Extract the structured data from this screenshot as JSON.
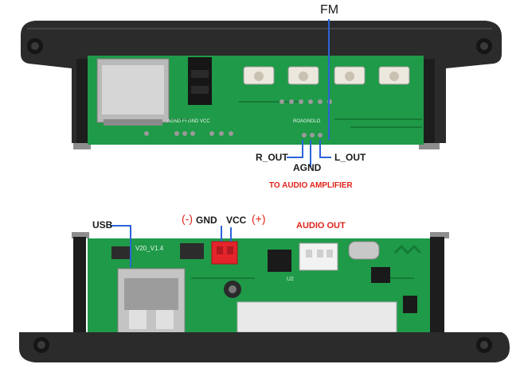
{
  "top_module": {
    "callouts": {
      "fm": "FM",
      "r_out": "R_OUT",
      "agnd": "AGND",
      "l_out": "L_OUT"
    },
    "silkscreen": {
      "audio_pads": "ROAGNDLO",
      "power_pads": "AGND FI  GND  VCC"
    },
    "caption": "TO AUDIO AMPLIFIER"
  },
  "bottom_module": {
    "callouts": {
      "usb": "USB",
      "gnd_sign": "(-)",
      "gnd": "GND",
      "vcc": "VCC",
      "vcc_sign": "(+)",
      "audio_out": "AUDIO OUT"
    },
    "silkscreen": {
      "board_version": "V20_V1.4",
      "u2": "U2"
    }
  },
  "colors": {
    "pcb": "#1f9a48",
    "pcb_dark": "#157a37",
    "frame": "#2b2b2b",
    "callout_line": "#2b63d9",
    "label_black": "#1a1a1a",
    "label_red": "#e0231b",
    "connector_red": "#e3242b"
  }
}
